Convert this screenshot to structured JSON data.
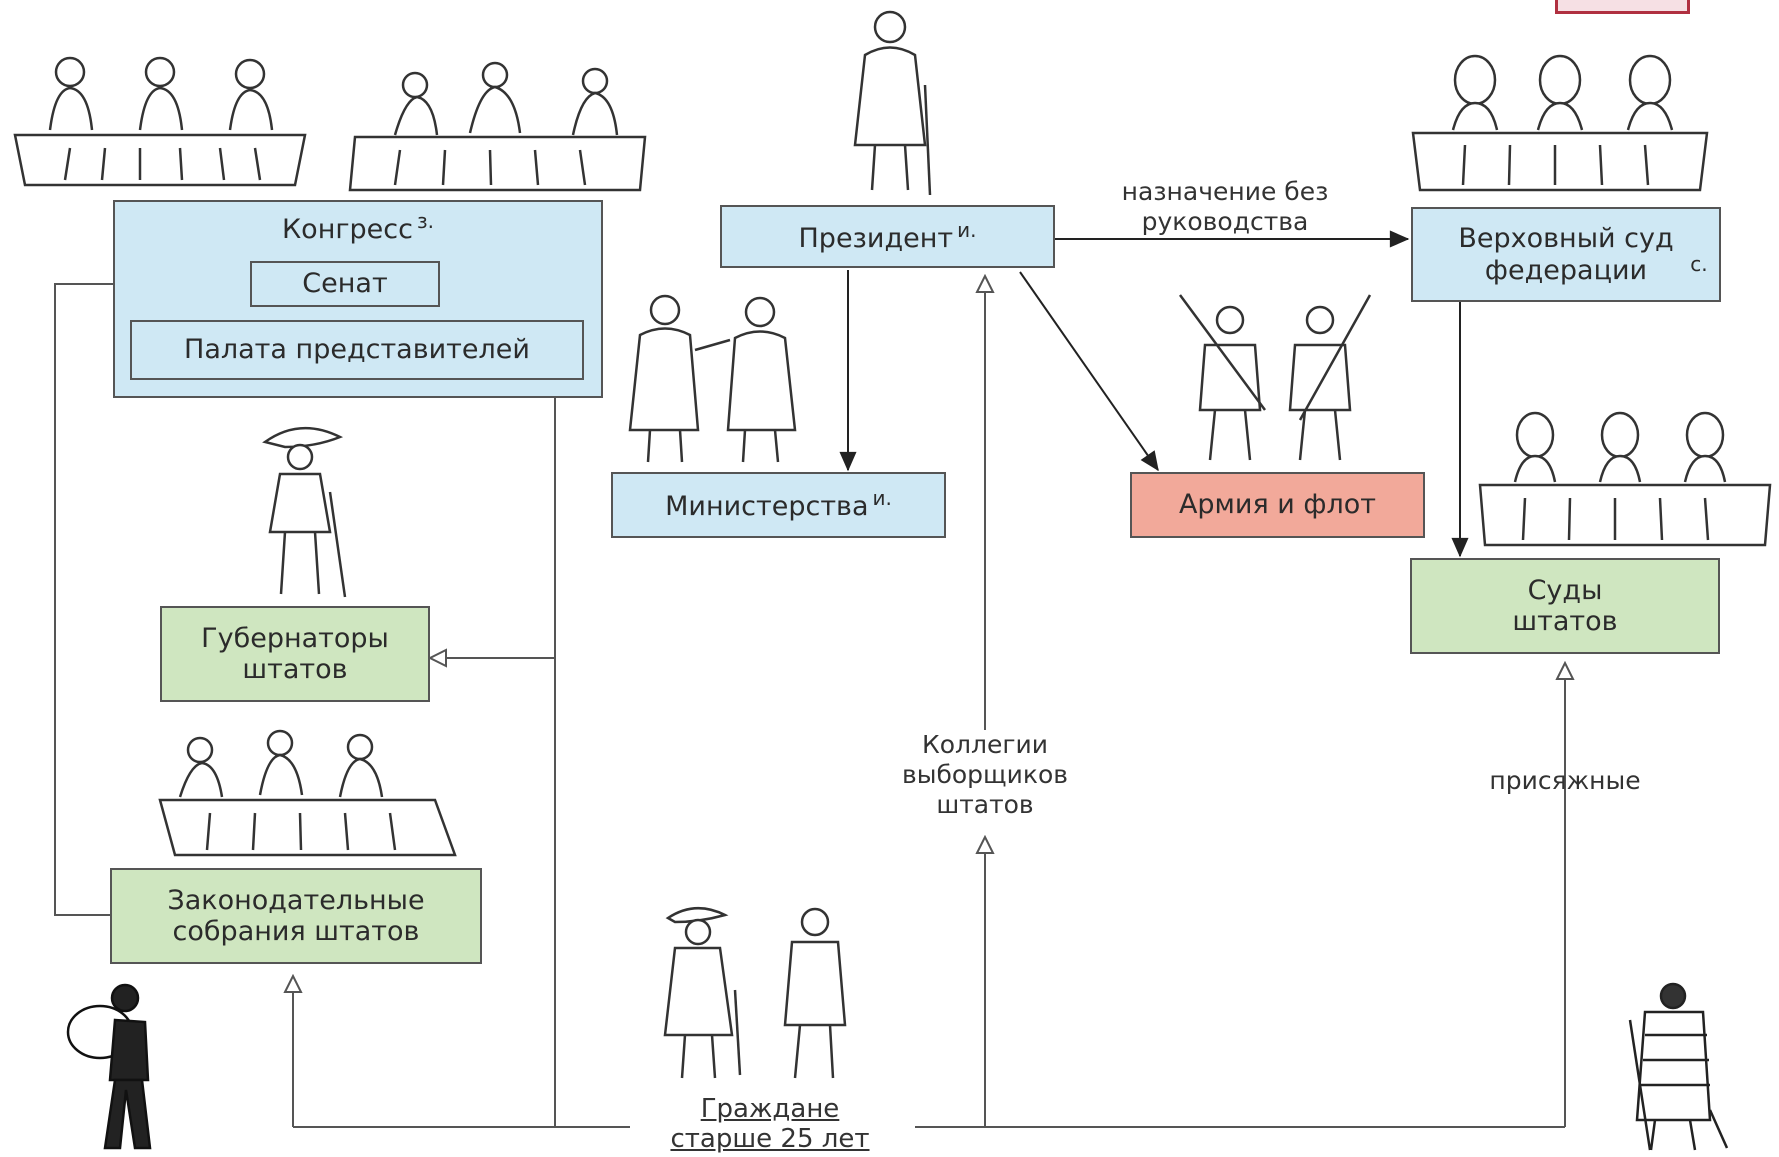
{
  "diagram": {
    "congress": {
      "label": "Конгресс",
      "mark": "з."
    },
    "senate": {
      "label": "Сенат"
    },
    "house": {
      "label": "Палата представителей"
    },
    "president": {
      "label": "Президент",
      "mark": "и."
    },
    "ministries": {
      "label": "Министерства",
      "mark": "и."
    },
    "supreme_court": {
      "label": "Верховный суд\nфедерации",
      "mark": "с."
    },
    "army": {
      "label": "Армия и флот"
    },
    "governors": {
      "label": "Губернаторы\nштатов"
    },
    "state_legislatures": {
      "label": "Законодательные\nсобрания штатов"
    },
    "state_courts": {
      "label": "Суды\nштатов"
    },
    "electors": {
      "label": "Коллегии\nвыборщиков\nштатов"
    },
    "appointment_label": "назначение без\nруководства",
    "jurors_label": "присяжные",
    "citizens_label": "Граждане\nстарше 25 лет",
    "colors": {
      "blue": "#cfe8f4",
      "green": "#cfe6c0",
      "red": "#f2a99a",
      "line": "#555555"
    },
    "icons": [
      "seated-officials-table-icon",
      "standing-official-icon",
      "ministers-icon",
      "soldiers-icon",
      "judges-table-icon",
      "governor-icon",
      "legislature-table-icon",
      "citizens-icon",
      "slave-icon",
      "native-american-icon"
    ]
  }
}
